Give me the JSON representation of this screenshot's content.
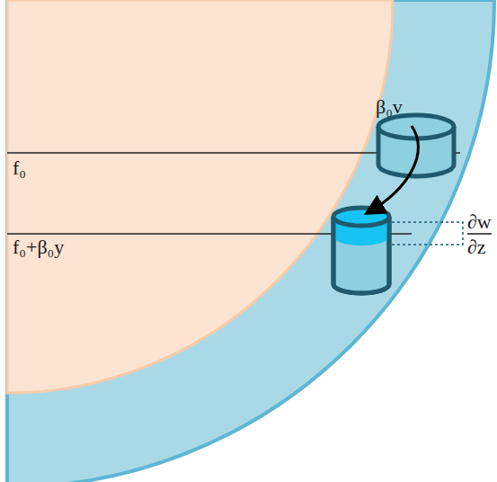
{
  "diagram": {
    "labels": [
      "β₀v",
      "f₀",
      "f₀+β₀y",
      "∂w",
      "∂z"
    ]
  }
}
